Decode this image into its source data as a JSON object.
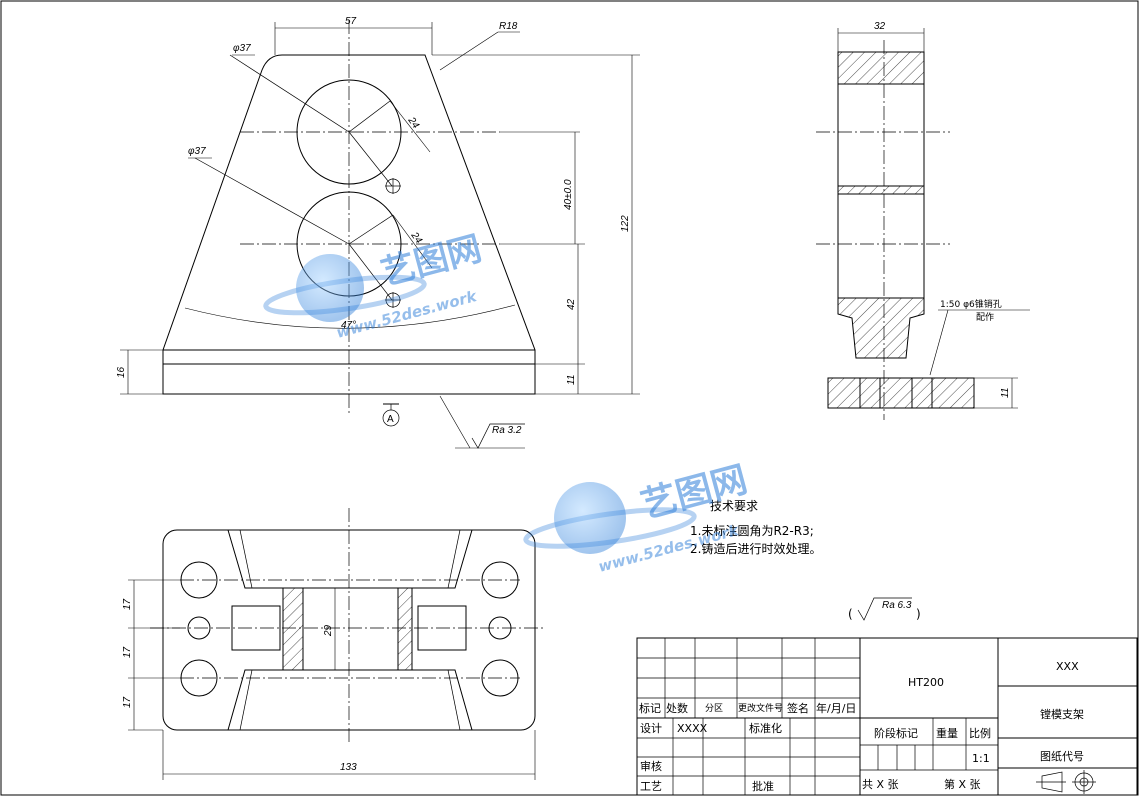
{
  "front_view": {
    "dims": {
      "top_width": "57",
      "radius": "R18",
      "hole_upper": "φ37",
      "hole_lower": "φ37",
      "chord_upper": "24",
      "chord_lower": "24",
      "center_distance": "40±0.0",
      "height_total": "122",
      "center_height": "42",
      "base_height": "11",
      "base_left": "16",
      "angle": "47°",
      "roughness": "Ra 3.2",
      "datum": "A"
    }
  },
  "side_view": {
    "dims": {
      "width": "32",
      "base_height": "11"
    },
    "callout_line1": "1:50  φ6锥销孔",
    "callout_line2": "配作"
  },
  "top_view": {
    "dims": {
      "pitch_1": "17",
      "pitch_2": "17",
      "pitch_3": "17",
      "slot_width": "29",
      "total_width": "133"
    }
  },
  "technical_requirements": {
    "title": "技术要求",
    "items": [
      "1.未标注圆角为R2-R3;",
      "2.铸造后进行时效处理。"
    ]
  },
  "general_roughness": "Ra 6.3",
  "title_block": {
    "material": "HT200",
    "company": "XXX",
    "part_name": "镗模支架",
    "drawing_no_label": "图纸代号",
    "mark": "标记",
    "count": "处数",
    "zone": "分区",
    "change_doc": "更改文件号",
    "sign": "签名",
    "date": "年/月/日",
    "design": "设计",
    "designer": "XXXX",
    "standardize": "标准化",
    "stage": "阶段标记",
    "weight": "重量",
    "scale_label": "比例",
    "scale": "1:1",
    "review": "审核",
    "process": "工艺",
    "approve": "批准",
    "sheets_total": "共  X  张",
    "sheet_no": "第  X  张"
  },
  "watermark": {
    "brand": "艺图网",
    "url": "www.52des.work"
  }
}
